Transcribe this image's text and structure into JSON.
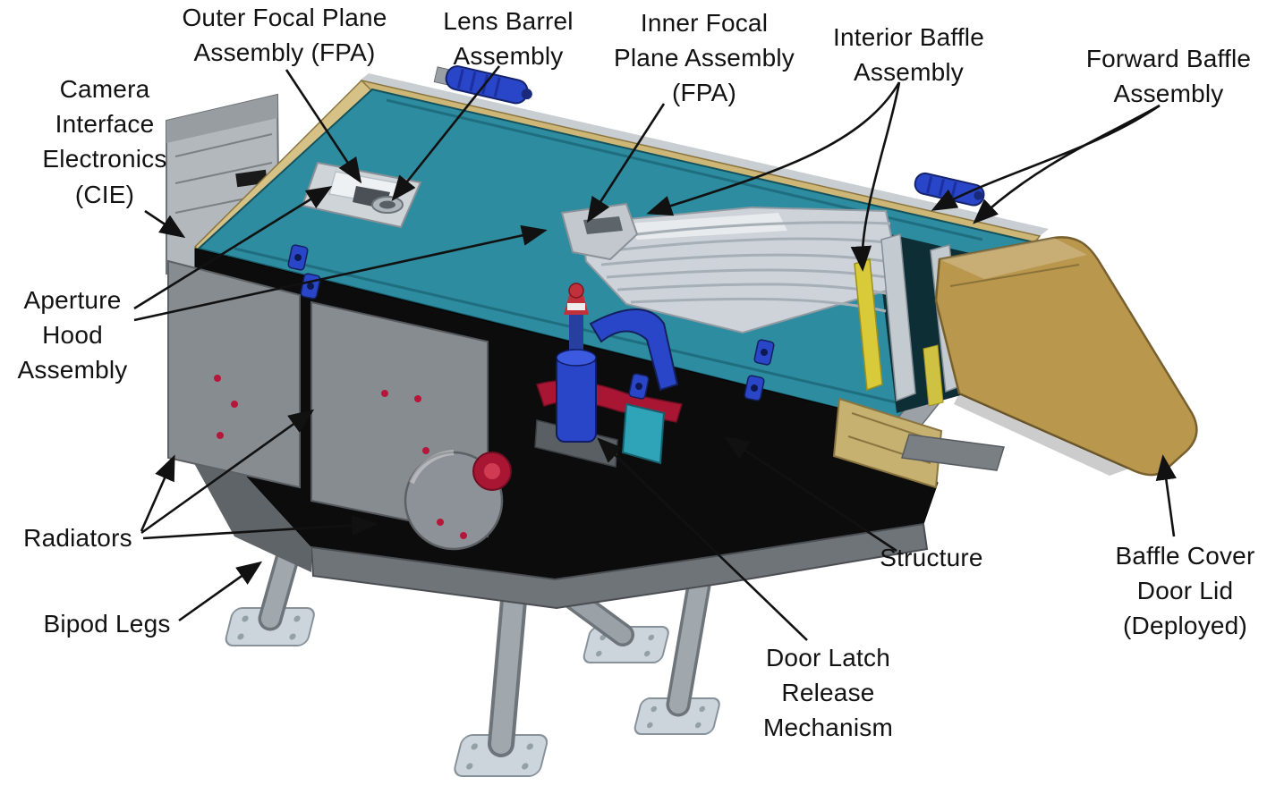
{
  "diagram": {
    "labels": {
      "outer_fpa": "Outer Focal Plane\nAssembly (FPA)",
      "lens_barrel": "Lens Barrel\nAssembly",
      "inner_fpa": "Inner Focal\nPlane Assembly\n(FPA)",
      "interior_baffle": "Interior Baffle\nAssembly",
      "forward_baffle": "Forward Baffle\nAssembly",
      "cie": "Camera\nInterface\nElectronics\n(CIE)",
      "aperture_hood": "Aperture\nHood\nAssembly",
      "radiators": "Radiators",
      "bipod_legs": "Bipod Legs",
      "structure": "Structure",
      "baffle_cover": "Baffle Cover\nDoor Lid\n(Deployed)",
      "door_latch": "Door Latch\nRelease\nMechanism"
    },
    "colors": {
      "deck_teal": "#2e8ca0",
      "door_tan": "#b9984e",
      "rail_tan": "#cdb676",
      "structure_black": "#0c0c0c",
      "panel_gray": "#878c91",
      "foot_gray": "#ccd5db",
      "mechanism_blue": "#2946c8",
      "accent_red": "#a81633",
      "baffle_yellow": "#d9ca3a",
      "vane_gray": "#cdd3d9"
    }
  }
}
